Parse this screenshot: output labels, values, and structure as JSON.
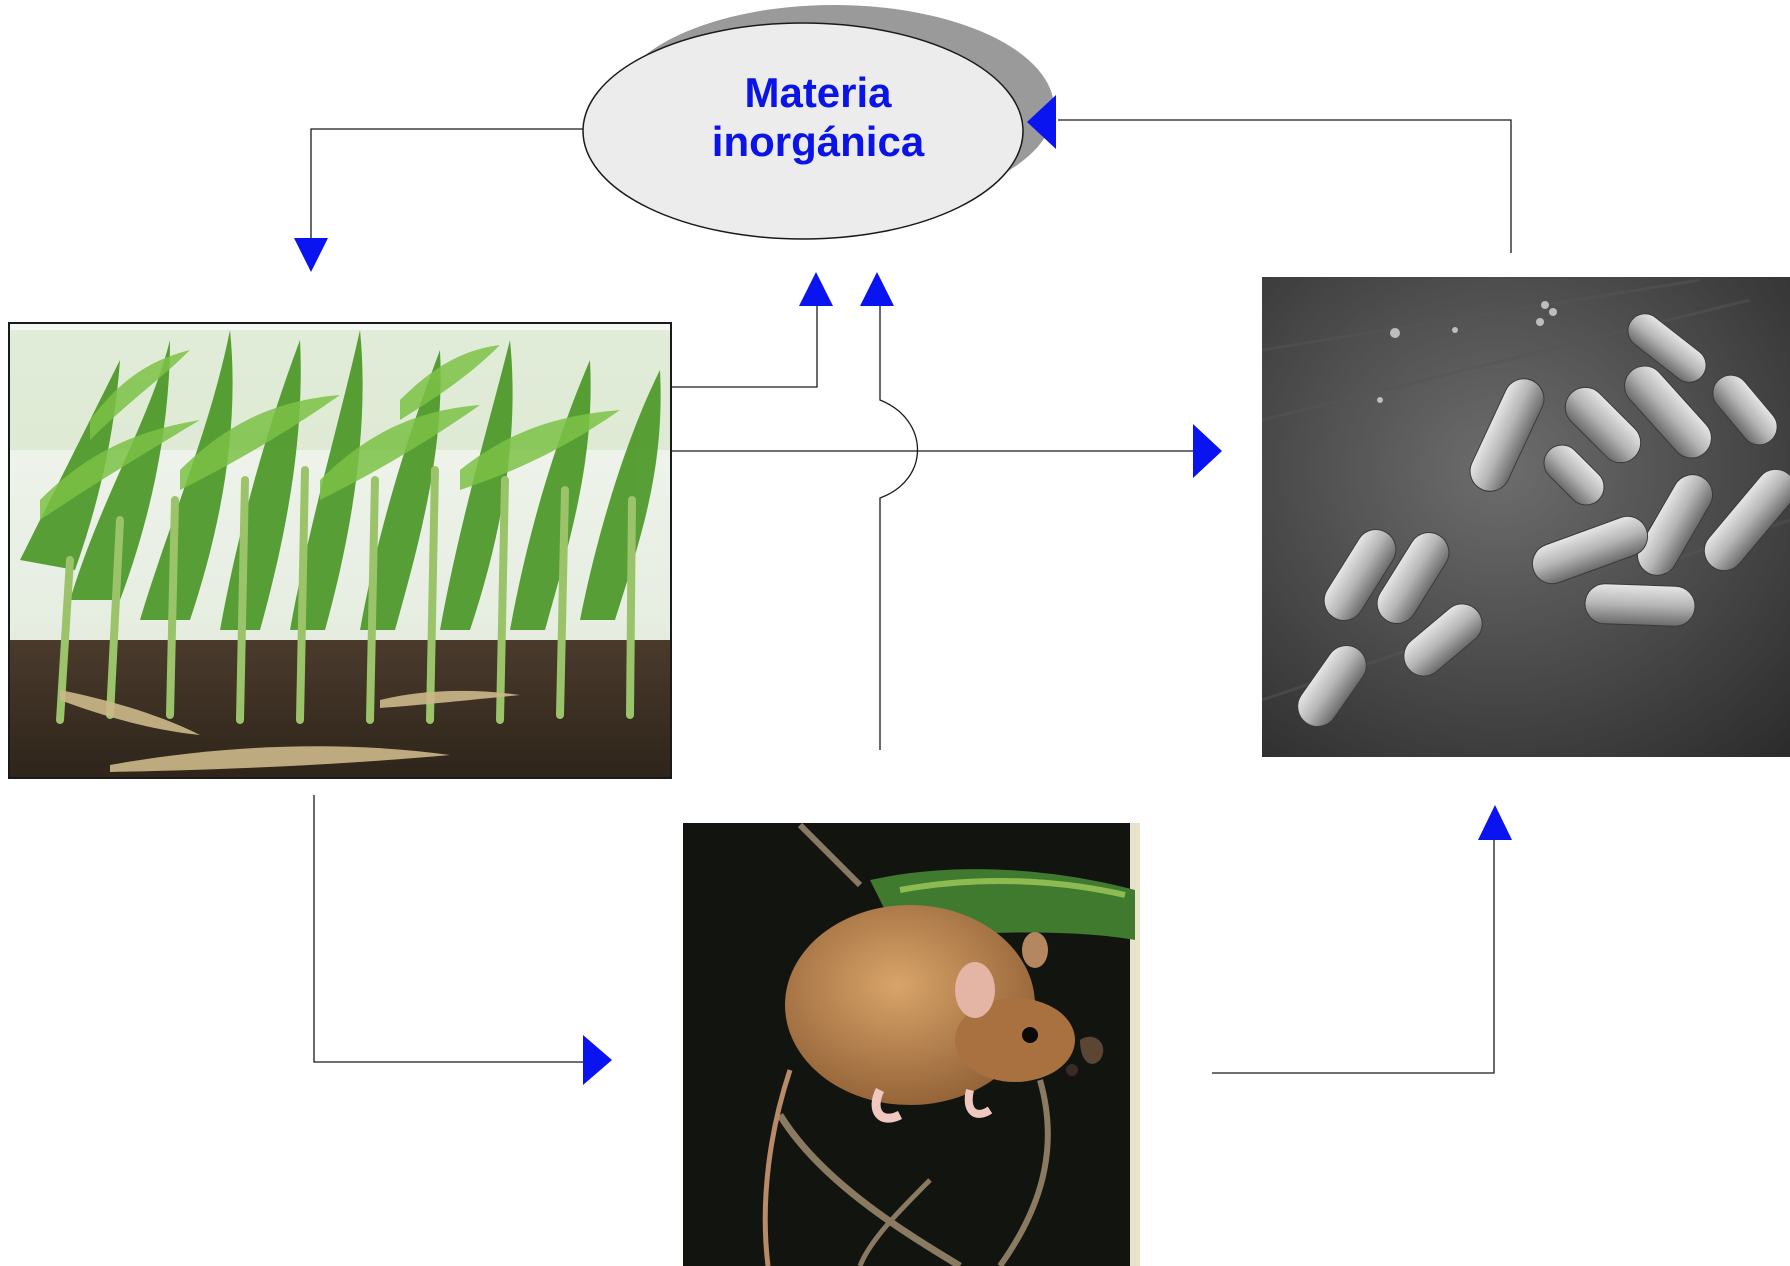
{
  "diagram": {
    "central_node": {
      "label_line1": "Materia",
      "label_line2": "inorgánica"
    },
    "nodes": [
      {
        "id": "plants",
        "picture": "corn-field-photo"
      },
      {
        "id": "bacteria",
        "picture": "bacteria-micrograph-photo"
      },
      {
        "id": "consumer",
        "picture": "mouse-photo"
      }
    ],
    "edges": [
      {
        "from": "materia-inorganica",
        "to": "plants"
      },
      {
        "from": "plants",
        "to": "materia-inorganica"
      },
      {
        "from": "plants",
        "to": "bacteria"
      },
      {
        "from": "plants",
        "to": "consumer"
      },
      {
        "from": "consumer",
        "to": "materia-inorganica"
      },
      {
        "from": "consumer",
        "to": "bacteria"
      },
      {
        "from": "bacteria",
        "to": "materia-inorganica"
      }
    ],
    "colors": {
      "label": "#0a14e6",
      "arrowhead": "#0a14f0",
      "ellipse_fill": "#ececec",
      "ellipse_shadow": "#9a9a9a",
      "connector": "#1a1a1a"
    }
  }
}
